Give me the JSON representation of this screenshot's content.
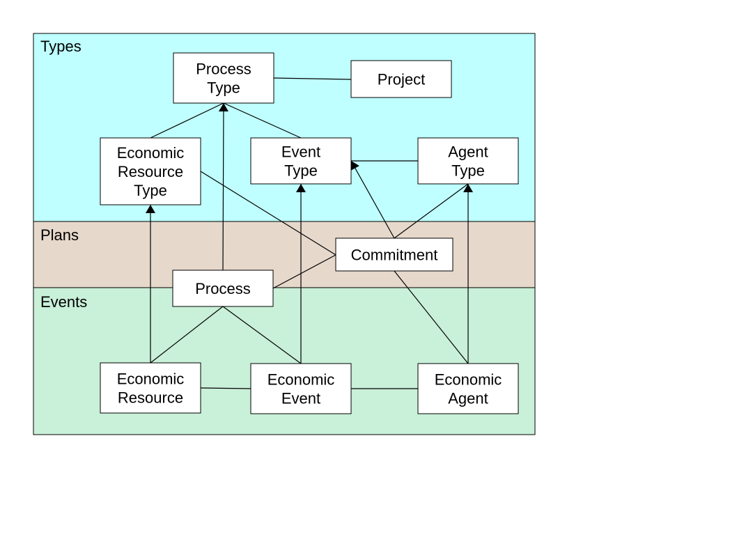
{
  "colors": {
    "types_band": "#bfffff",
    "plans_band": "#e6d8cb",
    "events_band": "#c9f0d8",
    "node_fill": "#ffffff",
    "stroke": "#000000"
  },
  "bands": {
    "types": "Types",
    "plans": "Plans",
    "events": "Events"
  },
  "nodes": {
    "process_type": [
      "Process",
      "Type"
    ],
    "project": [
      "Project"
    ],
    "economic_resource_type": [
      "Economic",
      "Resource",
      "Type"
    ],
    "event_type": [
      "Event",
      "Type"
    ],
    "agent_type": [
      "Agent",
      "Type"
    ],
    "commitment": [
      "Commitment"
    ],
    "process": [
      "Process"
    ],
    "economic_resource": [
      "Economic",
      "Resource"
    ],
    "economic_event": [
      "Economic",
      "Event"
    ],
    "economic_agent": [
      "Economic",
      "Agent"
    ]
  },
  "connections": [
    {
      "from": "process_type",
      "to": "project",
      "arrow": false
    },
    {
      "from": "economic_resource_type",
      "to": "process_type",
      "arrow": false
    },
    {
      "from": "event_type",
      "to": "process_type",
      "arrow": false
    },
    {
      "from": "process",
      "to": "process_type",
      "arrow": true
    },
    {
      "from": "agent_type",
      "to": "event_type",
      "arrow": false
    },
    {
      "from": "economic_resource_type",
      "to": "commitment",
      "arrow": false
    },
    {
      "from": "commitment",
      "to": "event_type",
      "arrow": true
    },
    {
      "from": "commitment",
      "to": "agent_type",
      "arrow": false
    },
    {
      "from": "process",
      "to": "commitment",
      "arrow": false
    },
    {
      "from": "economic_resource",
      "to": "economic_resource_type",
      "arrow": true
    },
    {
      "from": "economic_event",
      "to": "event_type",
      "arrow": true
    },
    {
      "from": "economic_agent",
      "to": "agent_type",
      "arrow": true
    },
    {
      "from": "economic_resource",
      "to": "process",
      "arrow": false
    },
    {
      "from": "economic_event",
      "to": "process",
      "arrow": false
    },
    {
      "from": "economic_agent",
      "to": "commitment",
      "arrow": false
    },
    {
      "from": "economic_resource",
      "to": "economic_event",
      "arrow": false
    },
    {
      "from": "economic_event",
      "to": "economic_agent",
      "arrow": false
    }
  ]
}
